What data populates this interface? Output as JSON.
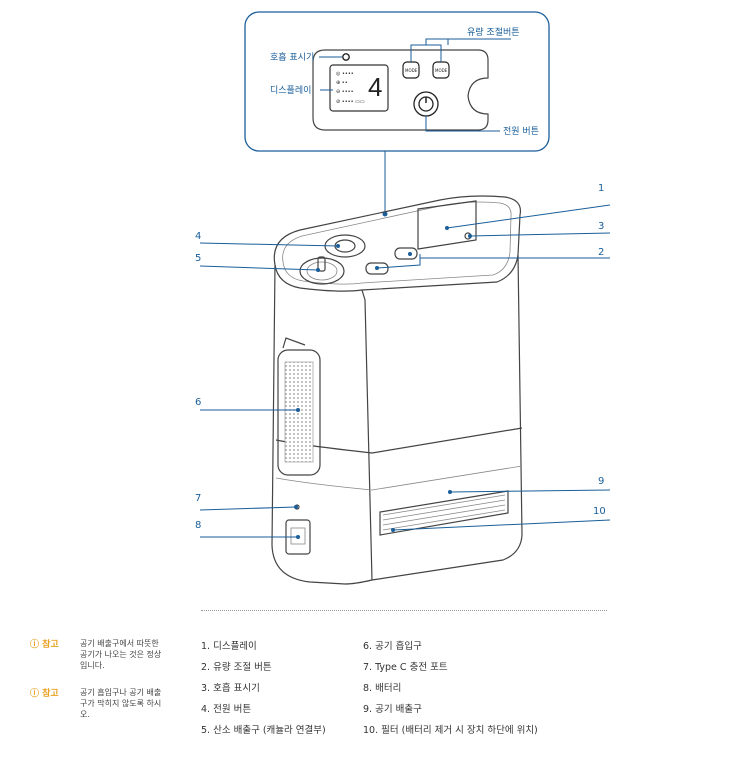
{
  "zoom_panel": {
    "labels": {
      "breath": "호흡 표시기",
      "display": "디스플레이",
      "flow": "유량 조절버튼",
      "power": "전원 버튼"
    },
    "screen_digit": "4"
  },
  "callouts": [
    "1",
    "2",
    "3",
    "4",
    "5",
    "6",
    "7",
    "8",
    "9",
    "10"
  ],
  "notes": [
    {
      "tag": "ⓘ 참고",
      "text": "공기 배출구에서 따뜻한 공기가 나오는 것은 정상입니다."
    },
    {
      "tag": "ⓘ 참고",
      "text": "공기 흡입구나 공기 배출구가 막히지 않도록 하시오."
    }
  ],
  "legend": {
    "left": [
      "1. 디스플레이",
      "2. 유량 조절 버튼",
      "3. 호흡 표시기",
      "4. 전원 버튼",
      "5. 산소 배출구 (캐뉼라 연결부)"
    ],
    "right": [
      "6. 공기 흡입구",
      "7. Type C 충전 포트",
      "8. 배터리",
      "9. 공기 배출구",
      "10. 필터 (배터리 제거 시 장치 하단에 위치)"
    ]
  },
  "colors": {
    "accent": "#1a5e9a",
    "note": "#e8a020"
  }
}
